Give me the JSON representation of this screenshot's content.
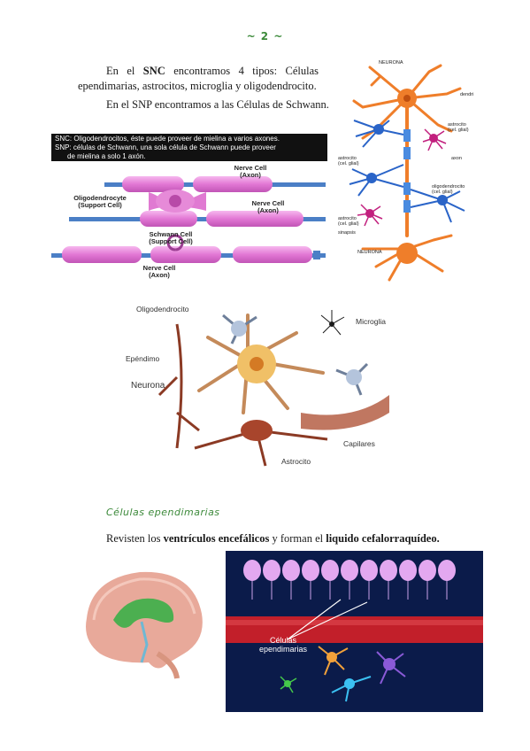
{
  "page_number": "~ 2 ~",
  "intro": {
    "p1_pre": "En el ",
    "p1_bold": "SNC",
    "p1_post": " encontramos 4 tipos: Células ependimarias, astrocitos, microglia y oligodendrocito.",
    "p2": "En el SNP encontramos a las Células de Schwann."
  },
  "schwann_figure": {
    "caption_line1": "SNC: Oligodendrocitos, éste puede proveer de mielina a varios axones.",
    "caption_line2": "SNP: células de Schwann, una sola célula de Schwann puede proveer",
    "caption_line3": "de mielina a solo 1 axón.",
    "label_nerve_cell_1": "Nerve Cell\n(Axon)",
    "label_oligo": "Oligodendrocyte\n(Support Cell)",
    "label_nerve_cell_2": "Nerve Cell\n(Axon)",
    "label_schwann": "Schwann Cell\n(Support Cell)",
    "label_nerve_cell_3": "Nerve Cell\n(Axon)"
  },
  "neuron_figure": {
    "label_neurona_top": "NEURONA",
    "label_dendri": "dendri",
    "label_astrocito_1": "astrocito\n(cel. glial)",
    "label_astrocito_2": "astrocito\n(cel. glial)",
    "label_axon": "axon",
    "label_oligodendrocito": "oligodendrocito\n(cel. glial)",
    "label_astrocito_3": "astrocito\n(cel. glial)",
    "label_sinapsis": "sinapsis",
    "label_neurona_bottom": "NEURONA"
  },
  "glia_figure": {
    "label_oligodendrocito": "Oligodendrocito",
    "label_microglia": "Microglia",
    "label_ependimo": "Epéndimo",
    "label_neurona": "Neurona",
    "label_capilares": "Capilares",
    "label_astrocito": "Astrocito"
  },
  "section": {
    "heading": "Células ependimarias",
    "p_pre": "Revisten los ",
    "p_bold1": "ventrículos encefálicos",
    "p_mid": " y forman el ",
    "p_bold2": "liquido cefalorraquídeo."
  },
  "ependymal_figure": {
    "label": "Células\nependimarias"
  },
  "colors": {
    "accent_green": "#3c8a3a",
    "myelin_pink": "#e88ad8",
    "axon_blue": "#5a8fd0",
    "neuron_orange": "#ef7e2a",
    "astro_blue": "#2a64c8",
    "microglia_magenta": "#c2207e",
    "vessel_red": "#c21f2a",
    "night_blue": "#0b1b4a"
  }
}
